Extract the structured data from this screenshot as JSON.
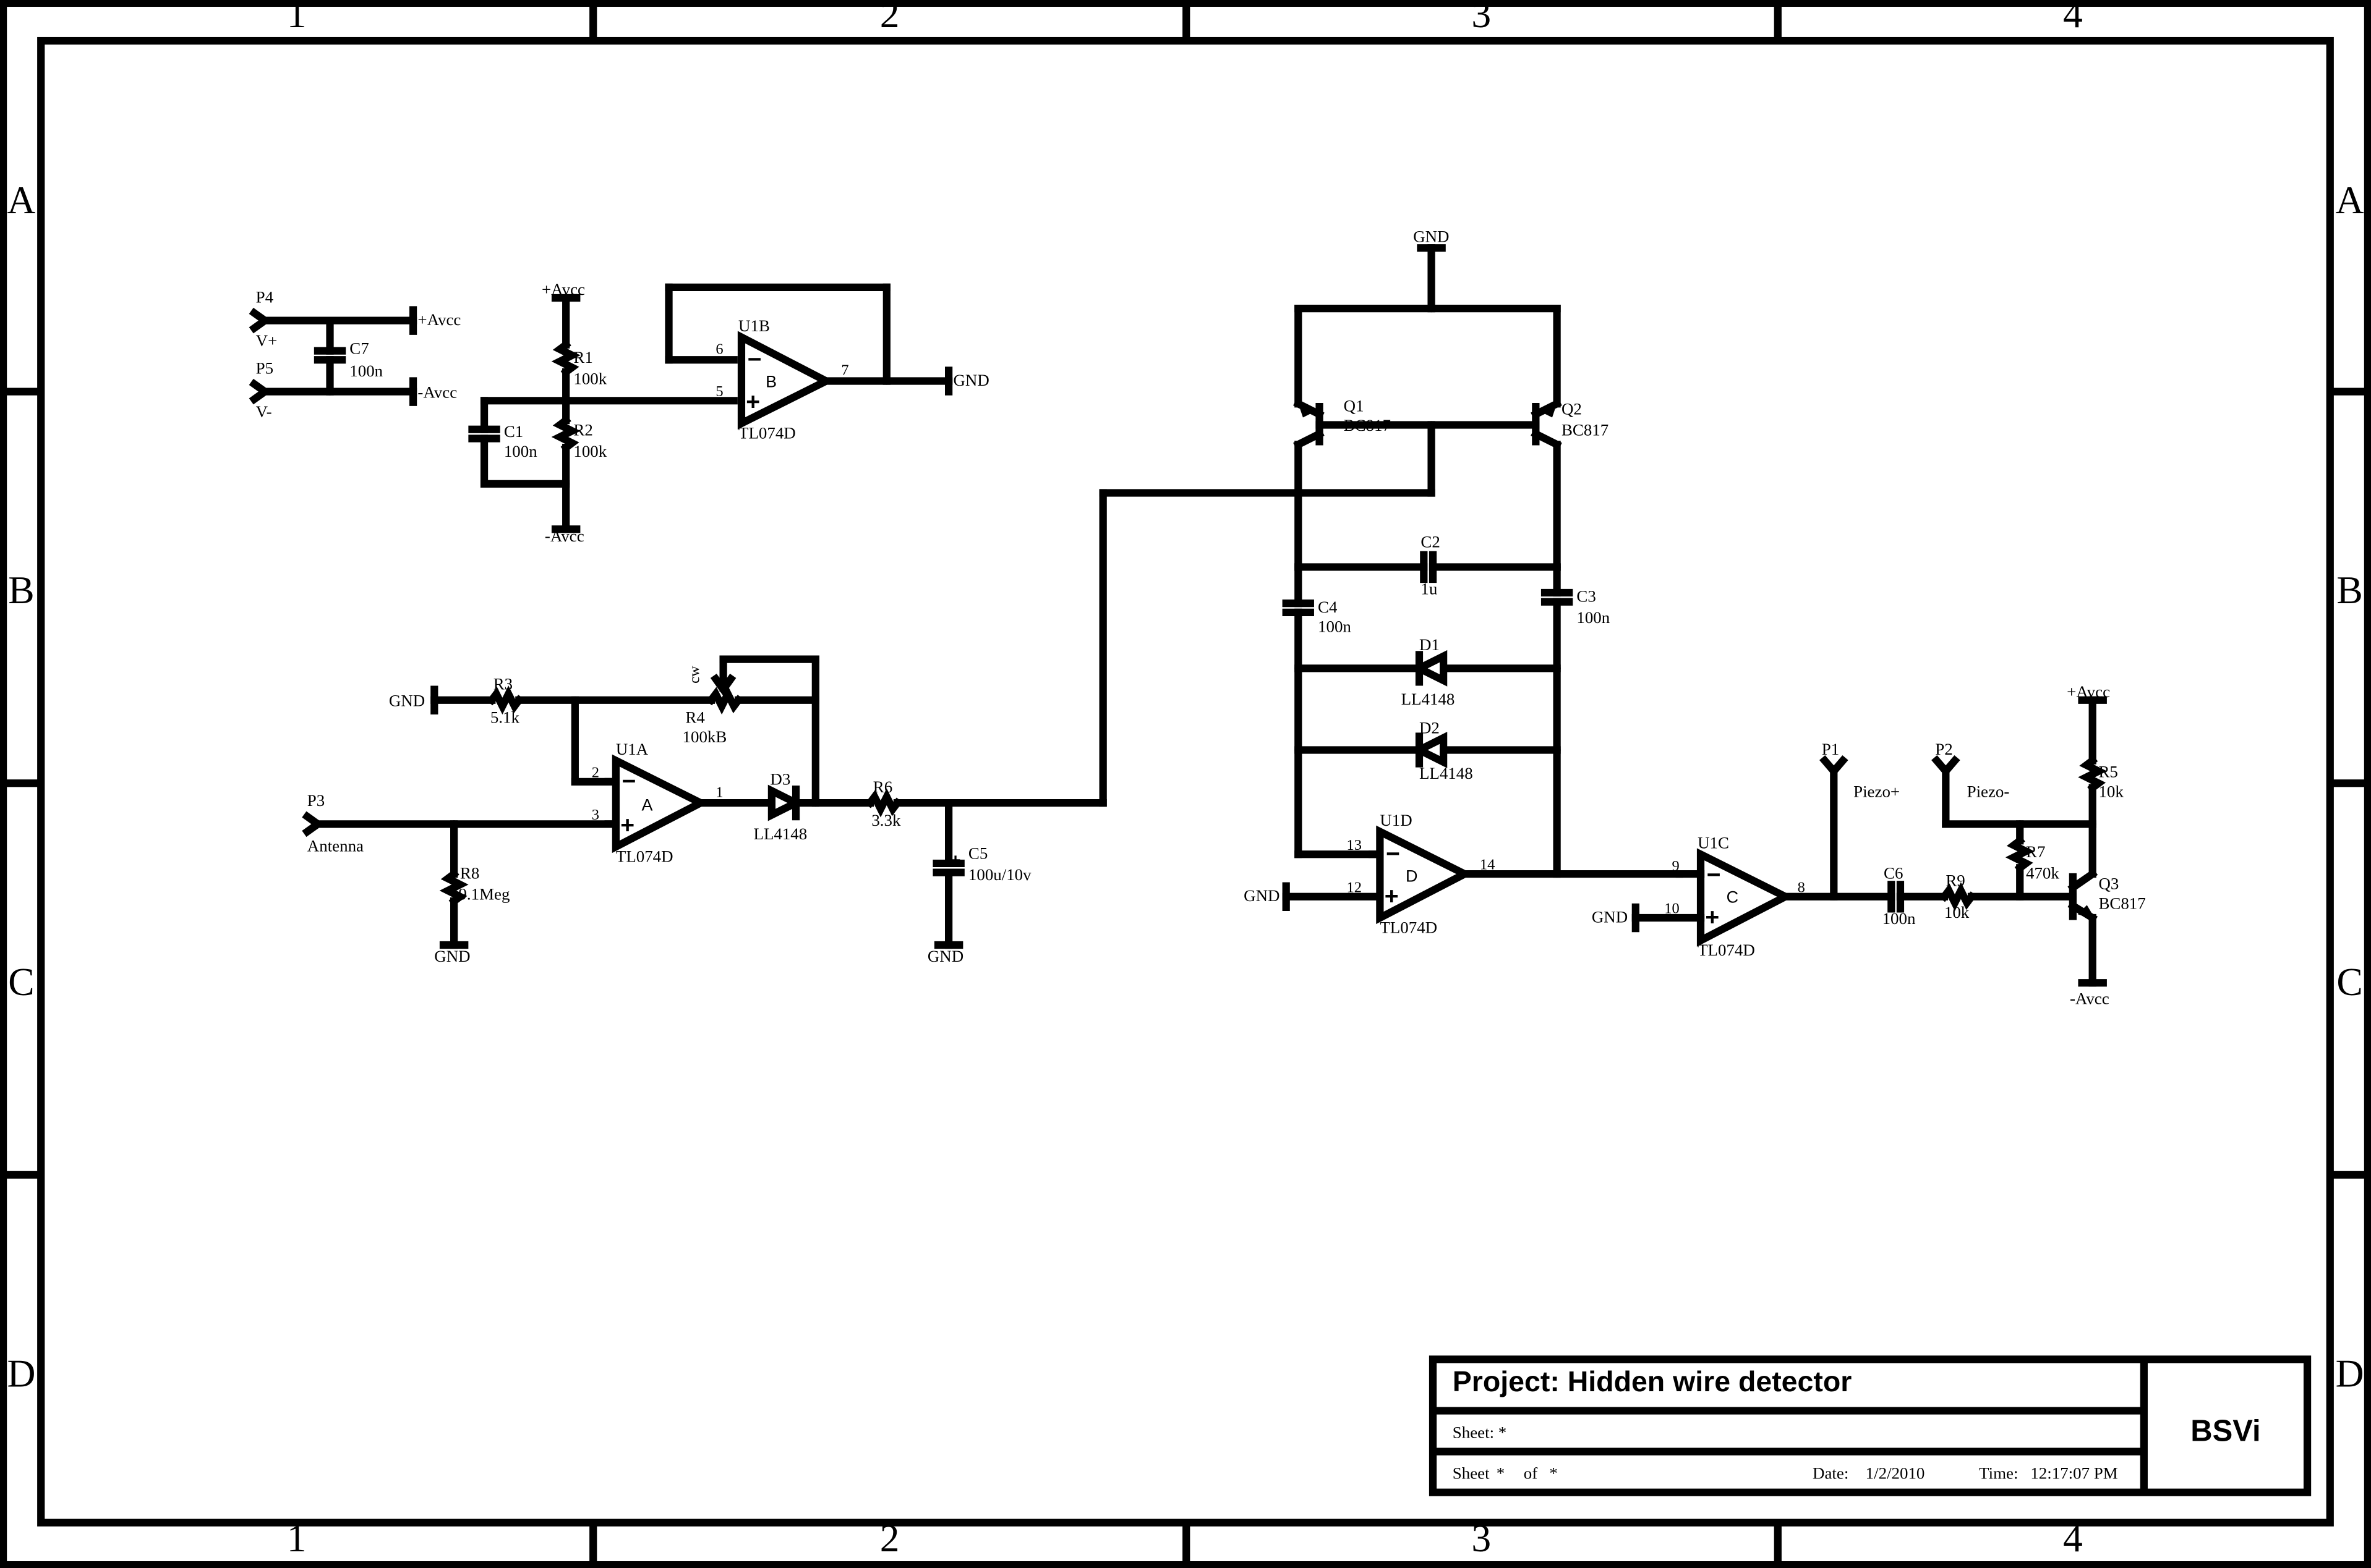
{
  "frame": {
    "columns": [
      "1",
      "2",
      "3",
      "4"
    ],
    "rows": [
      "A",
      "B",
      "C",
      "D"
    ]
  },
  "title_block": {
    "project": "Project: Hidden wire detector",
    "sheet_name": "Sheet: *",
    "sheet_label": "Sheet",
    "sheet_num": "*",
    "of_label": "of",
    "sheet_total": "*",
    "date_label": "Date:",
    "date": "1/2/2010",
    "time_label": "Time:",
    "time": "12:17:07 PM",
    "brand": "BSVi"
  },
  "components": {
    "P4": {
      "ref": "P4",
      "label": "V+"
    },
    "P5": {
      "ref": "P5",
      "label": "V-"
    },
    "C7": {
      "ref": "C7",
      "value": "100n"
    },
    "avcc_pos_1": "+Avcc",
    "avcc_neg_1": "-Avcc",
    "R1": {
      "ref": "R1",
      "value": "100k"
    },
    "R2": {
      "ref": "R2",
      "value": "100k"
    },
    "C1": {
      "ref": "C1",
      "value": "100n"
    },
    "avcc_pos_2": "+Avcc",
    "avcc_neg_2": "-Avcc",
    "U1B": {
      "ref": "U1B",
      "part": "TL074D",
      "unit": "B",
      "pin_inv": "6",
      "pin_noninv": "5",
      "pin_out": "7"
    },
    "gnd_u1b": "GND",
    "R3": {
      "ref": "R3",
      "value": "5.1k"
    },
    "gnd_r3": "GND",
    "R4": {
      "ref": "R4",
      "value": "100kB",
      "cw": "cw"
    },
    "U1A": {
      "ref": "U1A",
      "part": "TL074D",
      "unit": "A",
      "pin_inv": "2",
      "pin_noninv": "3",
      "pin_out": "1"
    },
    "D3": {
      "ref": "D3",
      "part": "LL4148"
    },
    "R6": {
      "ref": "R6",
      "value": "3.3k"
    },
    "C5": {
      "ref": "C5",
      "value": "100u/10v"
    },
    "gnd_c5": "GND",
    "P3": {
      "ref": "P3",
      "label": "Antenna"
    },
    "R8": {
      "ref": "R8",
      "value": "9.1Meg"
    },
    "gnd_r8": "GND",
    "gnd_top": "GND",
    "Q1": {
      "ref": "Q1",
      "part": "BC817"
    },
    "Q2": {
      "ref": "Q2",
      "part": "BC817"
    },
    "C2": {
      "ref": "C2",
      "value": "1u"
    },
    "C4": {
      "ref": "C4",
      "value": "100n"
    },
    "C3": {
      "ref": "C3",
      "value": "100n"
    },
    "D1": {
      "ref": "D1",
      "part": "LL4148"
    },
    "D2": {
      "ref": "D2",
      "part": "LL4148"
    },
    "U1D": {
      "ref": "U1D",
      "part": "TL074D",
      "unit": "D",
      "pin_inv": "13",
      "pin_noninv": "12",
      "pin_out": "14"
    },
    "gnd_u1d": "GND",
    "U1C": {
      "ref": "U1C",
      "part": "TL074D",
      "unit": "C",
      "pin_inv": "9",
      "pin_noninv": "10",
      "pin_out": "8"
    },
    "gnd_u1c": "GND",
    "P1": {
      "ref": "P1",
      "label": "Piezo+"
    },
    "P2": {
      "ref": "P2",
      "label": "Piezo-"
    },
    "C6": {
      "ref": "C6",
      "value": "100n"
    },
    "R9": {
      "ref": "R9",
      "value": "10k"
    },
    "R7": {
      "ref": "R7",
      "value": "470k"
    },
    "R5": {
      "ref": "R5",
      "value": "10k"
    },
    "Q3": {
      "ref": "Q3",
      "part": "BC817"
    },
    "avcc_pos_3": "+Avcc",
    "avcc_neg_3": "-Avcc"
  }
}
